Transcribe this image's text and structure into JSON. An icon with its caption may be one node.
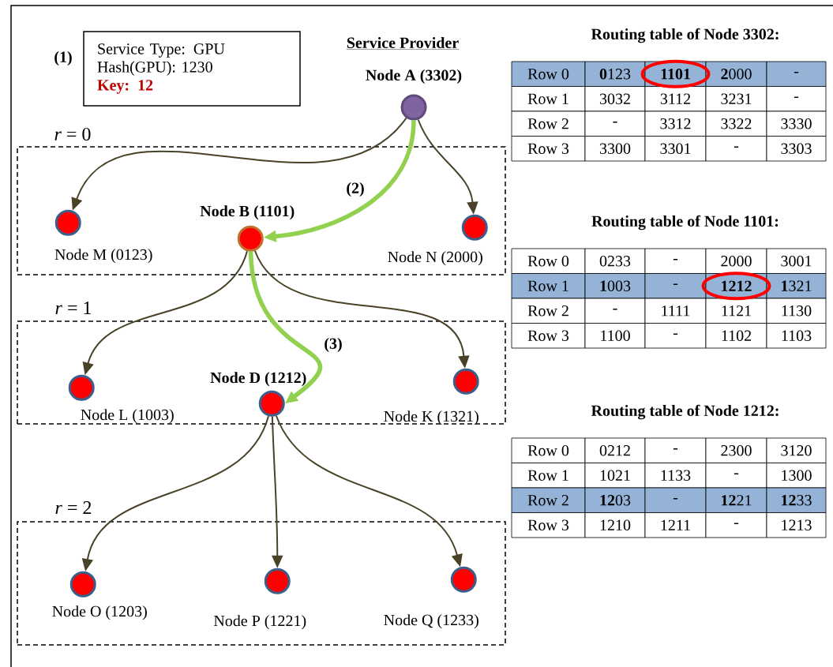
{
  "diagram": {
    "nodes": [
      {
        "text": [
          "Service Type: GPU",
          "Hash(GPU): 1230",
          "Key: 12"
        ],
        "beside": [
          "(1)"
        ]
      },
      {
        "text": [
          "*r* = 0"
        ]
      },
      {
        "text": [],
        "shape": "circle",
        "beside": [
          "Node A (3302)"
        ]
      },
      {
        "text": [],
        "shape": "circle",
        "beside": [
          "Node M (0123)"
        ],
        "in": 1
      },
      {
        "text": [],
        "shape": "circle",
        "beside": [
          "Node B (1101)"
        ],
        "in": 1
      },
      {
        "text": [],
        "shape": "circle",
        "beside": [
          "Node N (2000)"
        ],
        "in": 1
      },
      {
        "text": [
          "*r* = 1"
        ]
      },
      {
        "text": [],
        "shape": "circle",
        "beside": [
          "Node L (1003)"
        ],
        "in": 6
      },
      {
        "text": [],
        "shape": "circle",
        "beside": [
          "Node D (1212)"
        ],
        "in": 6
      },
      {
        "text": [],
        "shape": "circle",
        "beside": [
          "Node K (1321)"
        ],
        "in": 6
      },
      {
        "text": [
          "*r* = 2"
        ]
      },
      {
        "text": [],
        "shape": "circle",
        "beside": [
          "Node O (1203)"
        ],
        "in": 10
      },
      {
        "text": [],
        "shape": "circle",
        "beside": [
          "Node P (1221)"
        ],
        "in": 10
      },
      {
        "text": [],
        "shape": "circle",
        "beside": [
          "Node Q (1233)"
        ],
        "in": 10
      }
    ],
    "edges": [
      {
        "from": 2,
        "to": 3,
        "arrow": "to"
      },
      {
        "from": 2,
        "to": 4,
        "arrow": "to",
        "label": "(2)",
        "style": "thick",
        "color": "#92d050"
      },
      {
        "from": 2,
        "to": 5,
        "arrow": "to"
      },
      {
        "from": 4,
        "to": 7,
        "arrow": "to"
      },
      {
        "from": 4,
        "to": 8,
        "arrow": "to",
        "label": "(3)",
        "style": "thick",
        "color": "#92d050"
      },
      {
        "from": 4,
        "to": 9,
        "arrow": "to"
      },
      {
        "from": 8,
        "to": 11,
        "arrow": "to"
      },
      {
        "from": 8,
        "to": 12,
        "arrow": "to"
      },
      {
        "from": 8,
        "to": 13,
        "arrow": "to"
      }
    ],
    "labels": [
      "Service Provider",
      "Routing table of Node 3302:",
      "Row 0",
      "**0**123",
      "1101",
      "**2**000",
      "-",
      "Row 1",
      "3032",
      "3112",
      "3231",
      "-",
      "Row 2",
      "-",
      "3312",
      "3322",
      "3330",
      "Row 3",
      "3300",
      "3301",
      "-",
      "3303",
      "Routing table of Node 1101:",
      "Row 0",
      "0233",
      "-",
      "2000",
      "3001",
      "Row 1",
      "**1**003",
      "-",
      "1212",
      "**1**321",
      "Row 2",
      "-",
      "1111",
      "1121",
      "1130",
      "Row 3",
      "1100",
      "-",
      "1102",
      "1103",
      "Routing table of Node 1212:",
      "Row 0",
      "0212",
      "-",
      "2300",
      "3120",
      "Row 1",
      "1021",
      "1133",
      "-",
      "1300",
      "Row 2",
      "**12**03",
      "-",
      "**12**21",
      "**12**33",
      "Row 3",
      "1210",
      "1211",
      "-",
      "1213"
    ]
  }
}
